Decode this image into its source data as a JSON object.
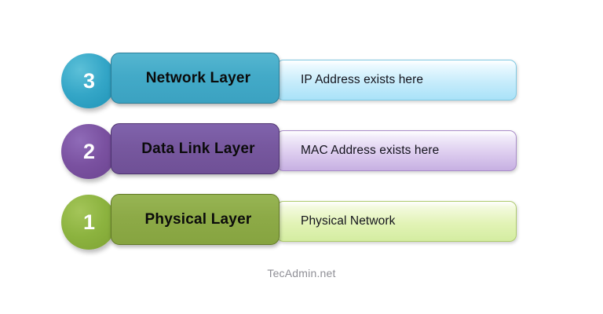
{
  "diagram": {
    "title_text": "",
    "footer": "TecAdmin.net",
    "layers": [
      {
        "number": "3",
        "name": "Network Layer",
        "description": "IP Address exists here",
        "accent_color": "#3ba2c1",
        "badge_color": "#2a9dc0",
        "panel_color": "#a9e2f8"
      },
      {
        "number": "2",
        "name": "Data Link Layer",
        "description": "MAC Address exists here",
        "accent_color": "#6f5096",
        "badge_color": "#7b4f9d",
        "panel_color": "#c7b0e2"
      },
      {
        "number": "1",
        "name": "Physical Layer",
        "description": "Physical Network",
        "accent_color": "#86a440",
        "badge_color": "#8cb33f",
        "panel_color": "#d4eda1"
      }
    ]
  }
}
